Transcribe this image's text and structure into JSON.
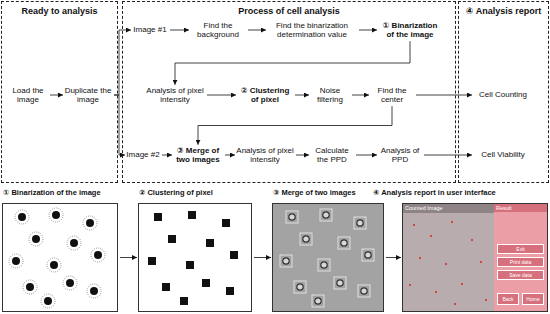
{
  "diagram": {
    "nodes": [
      {
        "text": [
          "Ready to analysis"
        ]
      },
      {
        "text": [
          "Load the image"
        ],
        "in": 0
      },
      {
        "text": [
          "Duplicate the image"
        ],
        "in": 0
      },
      {
        "text": [
          "Process of cell analysis"
        ]
      },
      {
        "text": [
          "Image #1"
        ],
        "in": 3
      },
      {
        "text": [
          "Find the background"
        ],
        "in": 3
      },
      {
        "text": [
          "Find the binarization determination value"
        ],
        "in": 3
      },
      {
        "text": [
          "① Binarization of the image"
        ],
        "in": 3
      },
      {
        "text": [
          "Analysis of pixel intensity"
        ],
        "in": 3
      },
      {
        "text": [
          "② Clustering of pixel"
        ],
        "in": 3
      },
      {
        "text": [
          "Noise filtering"
        ],
        "in": 3
      },
      {
        "text": [
          "Find the center"
        ],
        "in": 3
      },
      {
        "text": [
          "Image #2"
        ],
        "in": 3
      },
      {
        "text": [
          "③ Merge of two images"
        ],
        "in": 3
      },
      {
        "text": [
          "Analysis of pixel intensity"
        ],
        "in": 3
      },
      {
        "text": [
          "Calculate the PPD"
        ],
        "in": 3
      },
      {
        "text": [
          "Analysis of PPD"
        ],
        "in": 3
      },
      {
        "text": [
          "④ Analysis report"
        ]
      },
      {
        "text": [
          "Cell Counting"
        ],
        "in": 17
      },
      {
        "text": [
          "Cell Viability"
        ],
        "in": 17
      },
      {
        "text": [
          "① Binarization of the image"
        ]
      },
      {
        "text": [
          "② Clustering of pixel"
        ]
      },
      {
        "text": [
          "③ Merge of two images"
        ]
      },
      {
        "text": [
          "④ Analysis report in user interface"
        ]
      },
      {
        "text": [
          "Result"
        ],
        "in": 23
      },
      {
        "text": [
          "Exit"
        ],
        "in": 24
      },
      {
        "text": [
          "Print data"
        ],
        "in": 24
      },
      {
        "text": [
          "Save data"
        ],
        "in": 24
      },
      {
        "text": [
          "Back"
        ],
        "in": 24
      },
      {
        "text": [
          "Home"
        ],
        "in": 24
      }
    ],
    "edges": [
      {
        "from": 1,
        "to": 2,
        "arrow": "to"
      },
      {
        "from": 2,
        "to": 4,
        "arrow": "to"
      },
      {
        "from": 2,
        "to": 12,
        "arrow": "to"
      },
      {
        "from": 4,
        "to": 5,
        "arrow": "to"
      },
      {
        "from": 5,
        "to": 6,
        "arrow": "to"
      },
      {
        "from": 6,
        "to": 7,
        "arrow": "to"
      },
      {
        "from": 7,
        "to": 8,
        "arrow": "to"
      },
      {
        "from": 8,
        "to": 9,
        "arrow": "to"
      },
      {
        "from": 9,
        "to": 10,
        "arrow": "to"
      },
      {
        "from": 10,
        "to": 11,
        "arrow": "to"
      },
      {
        "from": 11,
        "to": 13,
        "arrow": "to"
      },
      {
        "from": 12,
        "to": 13,
        "arrow": "to"
      },
      {
        "from": 13,
        "to": 14,
        "arrow": "to"
      },
      {
        "from": 14,
        "to": 15,
        "arrow": "to"
      },
      {
        "from": 15,
        "to": 16,
        "arrow": "to"
      },
      {
        "from": 11,
        "to": 18,
        "arrow": "to"
      },
      {
        "from": 16,
        "to": 19,
        "arrow": "to"
      },
      {
        "from": 20,
        "to": 21,
        "arrow": "to"
      },
      {
        "from": 21,
        "to": 22,
        "arrow": "to"
      },
      {
        "from": 22,
        "to": 23,
        "arrow": "to"
      }
    ],
    "labels": [
      "Counted Image"
    ]
  }
}
